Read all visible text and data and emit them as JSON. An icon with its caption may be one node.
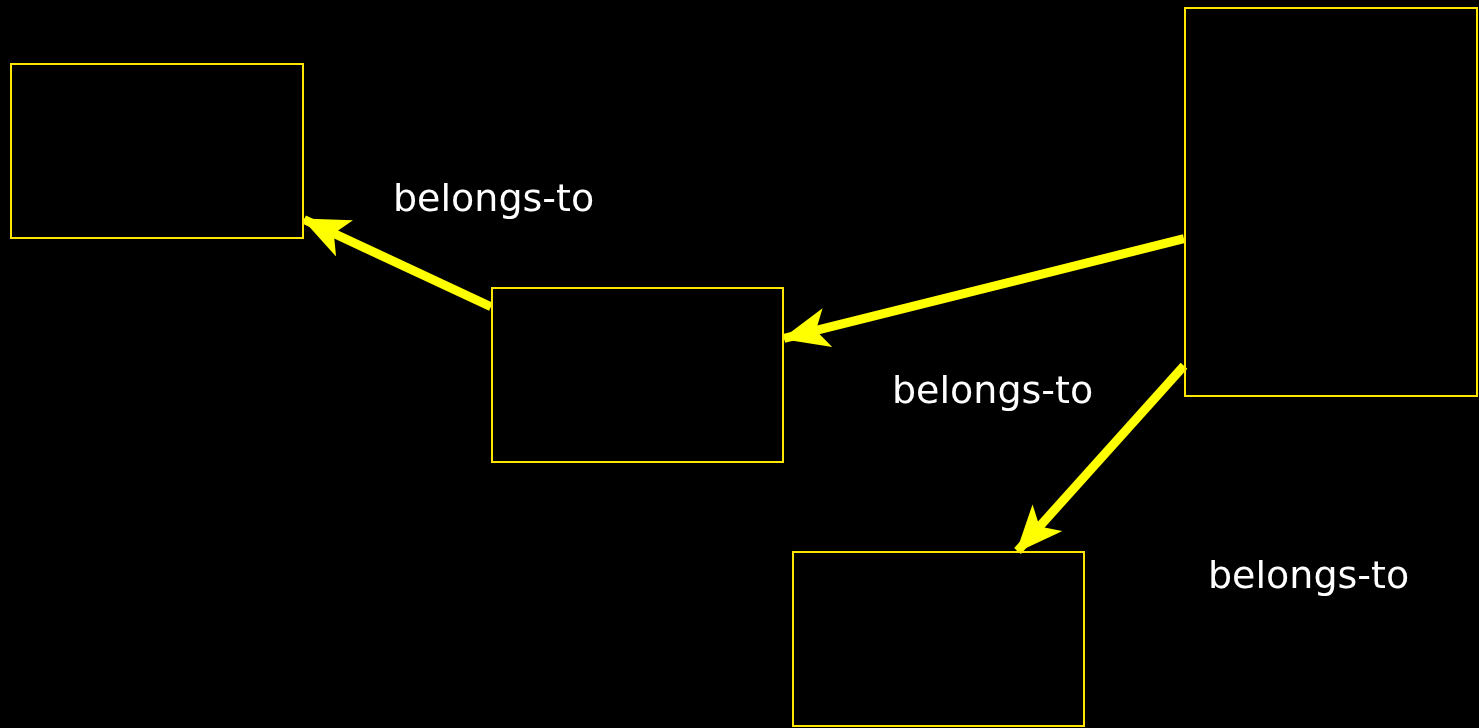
{
  "diagram": {
    "nodes": [
      {
        "text": [],
        "shape": "box"
      },
      {
        "text": [],
        "shape": "box"
      },
      {
        "text": [],
        "shape": "box"
      },
      {
        "text": [],
        "shape": "box"
      }
    ],
    "edges": [
      {
        "from": 1,
        "to": 0,
        "arrow": "to",
        "label": "belongs-to"
      },
      {
        "from": 3,
        "to": 1,
        "arrow": "to",
        "label": "belongs-to"
      },
      {
        "from": 3,
        "to": 2,
        "arrow": "to",
        "label": "belongs-to"
      }
    ]
  }
}
